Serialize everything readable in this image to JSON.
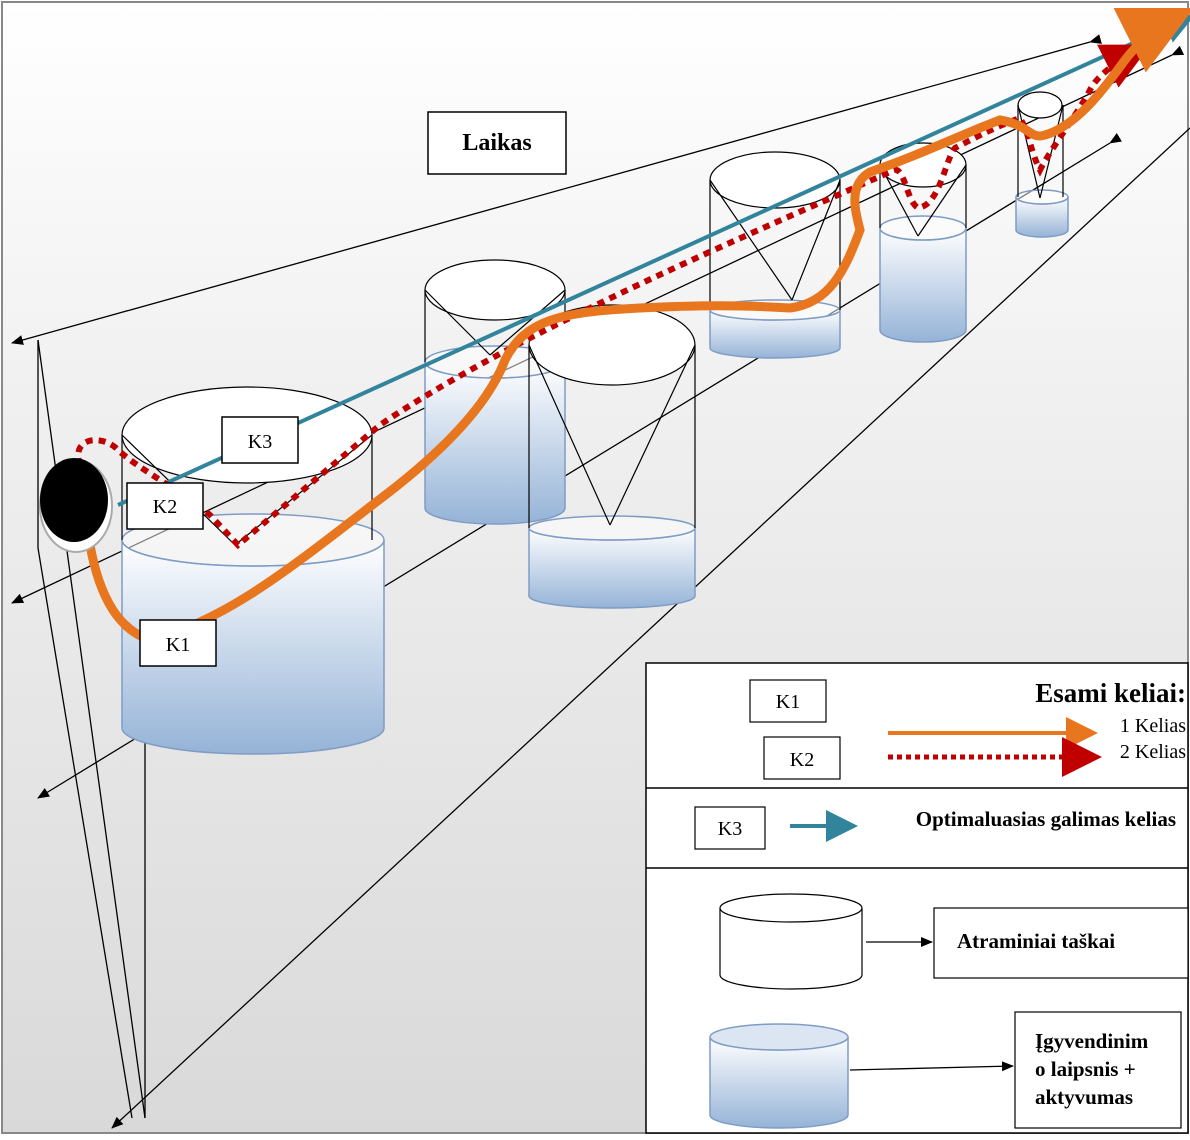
{
  "time_label": "Laikas",
  "start_marker": "start-point",
  "path_labels": {
    "k1": "K1",
    "k2": "K2",
    "k3": "K3"
  },
  "legend": {
    "existing_title": "Esami keliai:",
    "k1": "K1",
    "k2": "K2",
    "path1": "1 Kelias",
    "path2": "2 Kelias",
    "k3": "K3",
    "optimal": "Optimaluasias galimas kelias",
    "support_points": "Atraminiai taškai",
    "impl_line1": "Įgyvendinim",
    "impl_line2": "o laipsnis +",
    "impl_line3": "aktyvumas"
  },
  "colors": {
    "path1": "#E8761E",
    "path2": "#C00000",
    "optimal": "#31849B",
    "water_top": "#DCE6F2",
    "water_bottom": "#95B3D7",
    "background": "#E6E6E6"
  }
}
